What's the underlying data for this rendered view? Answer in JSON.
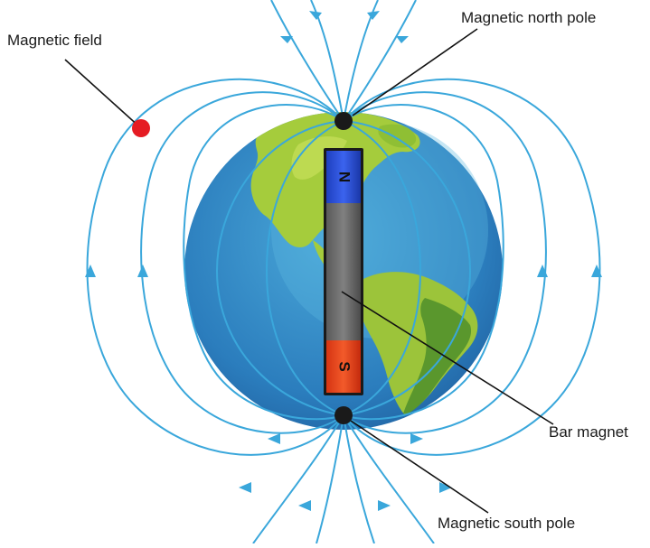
{
  "labels": {
    "magnetic_field": "Magnetic field",
    "north_pole": "Magnetic north pole",
    "bar_magnet": "Bar magnet",
    "south_pole": "Magnetic south pole"
  },
  "magnet": {
    "north_letter": "N",
    "south_letter": "S"
  },
  "colors": {
    "field_line": "#3aa7db",
    "ocean": "#2e7fbf",
    "land": "#a5cc3c",
    "magnet_north": "#2b50d6",
    "magnet_south": "#e8441c",
    "magnet_body": "#6e6e6e",
    "marker_red": "#e51b23"
  }
}
